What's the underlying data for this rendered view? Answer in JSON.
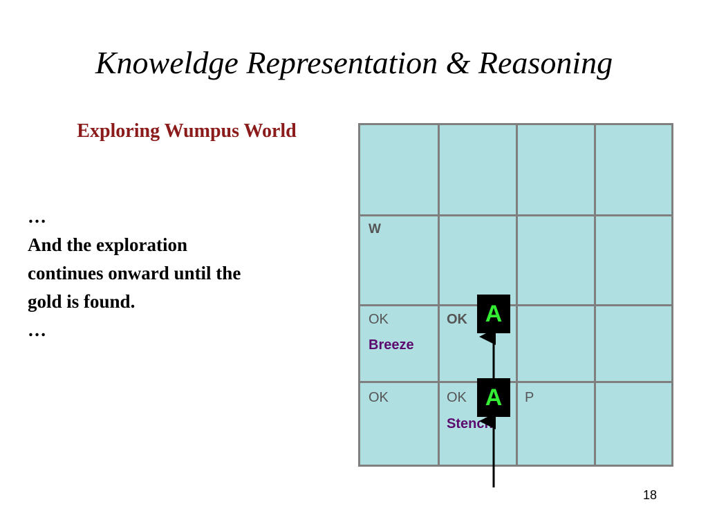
{
  "slide": {
    "title": "Knoweldge Representation & Reasoning",
    "subtitle": "Exploring Wumpus World",
    "body_lines": [
      "…",
      "And the exploration",
      "continues onward until the",
      "gold is found.",
      "…"
    ],
    "page_number": "18"
  },
  "grid": {
    "rows": 4,
    "cols": 4,
    "cells": {
      "r2c1": {
        "label": "W"
      },
      "r3c1": {
        "label": "OK",
        "percept": "Breeze"
      },
      "r3c2": {
        "label": "OK"
      },
      "r4c1": {
        "label": "OK"
      },
      "r4c2": {
        "label": "OK",
        "percept": "Stench"
      },
      "r4c3": {
        "label": "P"
      }
    },
    "agents": [
      {
        "label": "A",
        "position": "r3c2"
      },
      {
        "label": "A",
        "position": "r4c2"
      }
    ],
    "colors": {
      "cell_background": "#b0dfe2",
      "grid_lines": "#7f7f7f",
      "agent_background": "#000000",
      "agent_text": "#33ee33",
      "percept_text": "#5c0a6e",
      "subtitle_text": "#8b1a1a"
    }
  }
}
